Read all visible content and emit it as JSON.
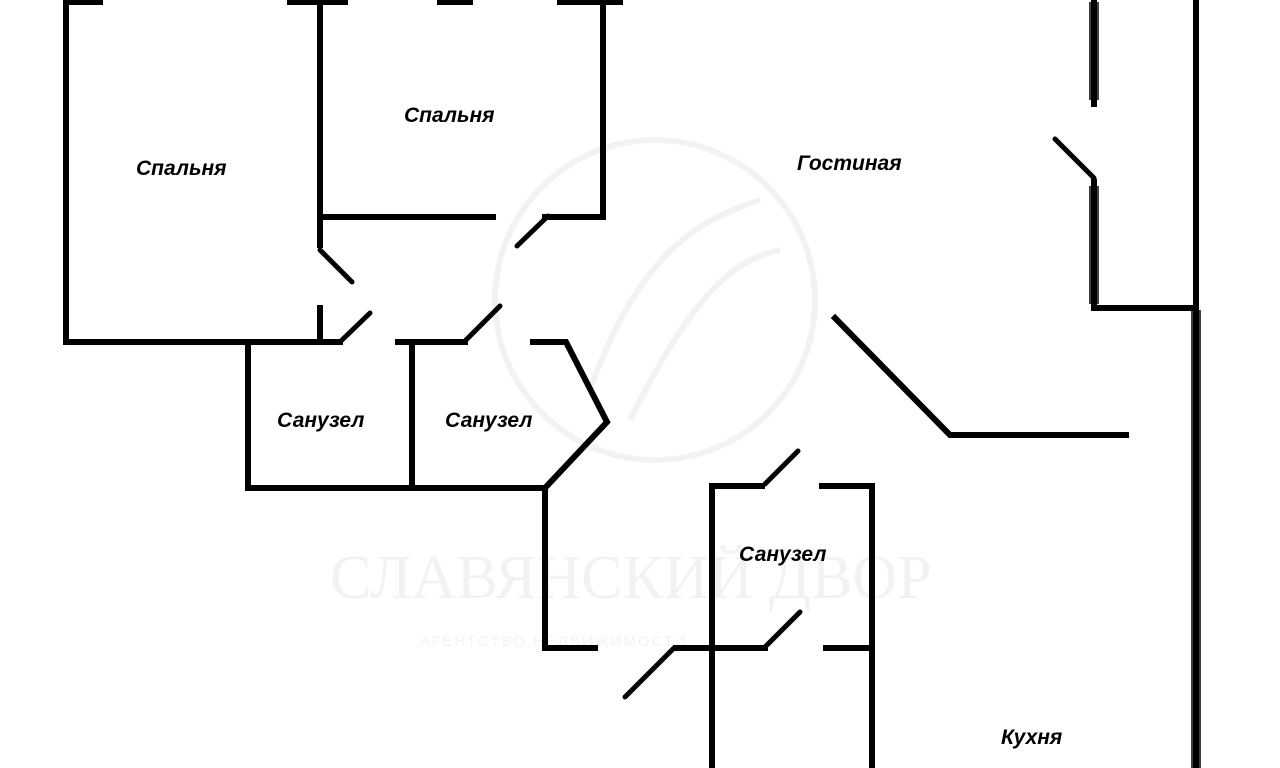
{
  "rooms": {
    "bedroom_left": "Спальня",
    "bedroom_right": "Спальня",
    "living_room": "Гостиная",
    "bathroom_1": "Санузел",
    "bathroom_2": "Санузел",
    "bathroom_3": "Санузел",
    "kitchen": "Кухня"
  },
  "watermark": {
    "title": "СЛАВЯНСКИЙ ДВОР",
    "subtitle": "АГЕНТСТВО НЕДВИЖИМОСТИ"
  },
  "colors": {
    "walls": "#000000",
    "background": "#ffffff"
  }
}
